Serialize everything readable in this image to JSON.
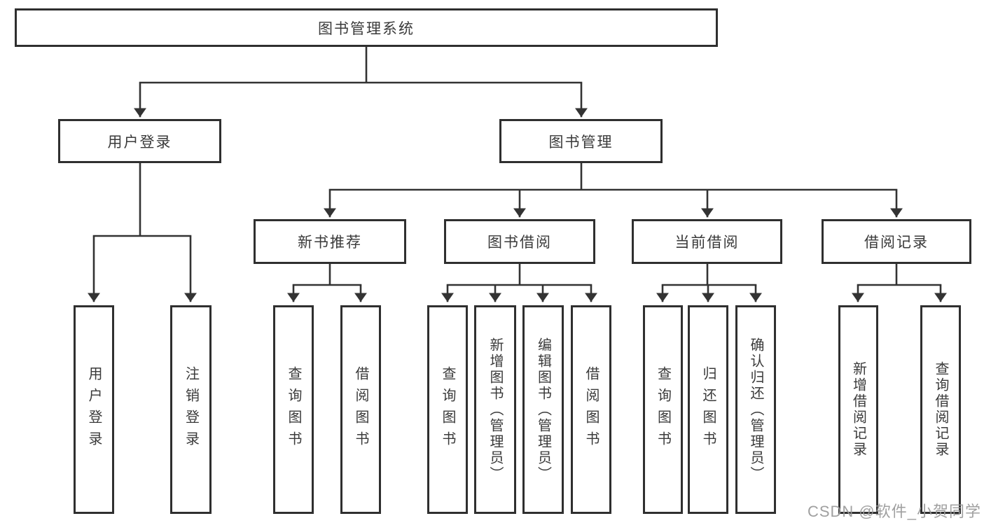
{
  "diagram": {
    "title_node": "图书管理系统",
    "nodes": {
      "root": "图书管理系统",
      "user_login": "用户登录",
      "book_mgmt": "图书管理",
      "new_books": "新书推荐",
      "book_borrow": "图书借阅",
      "current_borrow": "当前借阅",
      "borrow_records": "借阅记录",
      "leaf_user_login": "用户登录",
      "leaf_logout": "注销登录",
      "leaf_nb_query": "查询图书",
      "leaf_nb_borrow": "借阅图书",
      "leaf_bb_query": "查询图书",
      "leaf_bb_add": "新增图书（管理员）",
      "leaf_bb_edit": "编辑图书（管理员）",
      "leaf_bb_borrow": "借阅图书",
      "leaf_cb_query": "查询图书",
      "leaf_cb_return": "归还图书",
      "leaf_cb_confirm": "确认归还（管理员）",
      "leaf_br_add": "新增借阅记录",
      "leaf_br_query": "查询借阅记录"
    },
    "hierarchy": {
      "图书管理系统": {
        "用户登录": [
          "用户登录",
          "注销登录"
        ],
        "图书管理": {
          "新书推荐": [
            "查询图书",
            "借阅图书"
          ],
          "图书借阅": [
            "查询图书",
            "新增图书（管理员）",
            "编辑图书（管理员）",
            "借阅图书"
          ],
          "当前借阅": [
            "查询图书",
            "归还图书",
            "确认归还（管理员）"
          ],
          "借阅记录": [
            "新增借阅记录",
            "查询借阅记录"
          ]
        }
      }
    },
    "colors": {
      "line": "#333333",
      "box_border": "#2f2f2f",
      "text": "#3a3a3a",
      "watermark": "#989898",
      "background": "#ffffff"
    },
    "watermark": "CSDN @软件_小贺同学"
  }
}
